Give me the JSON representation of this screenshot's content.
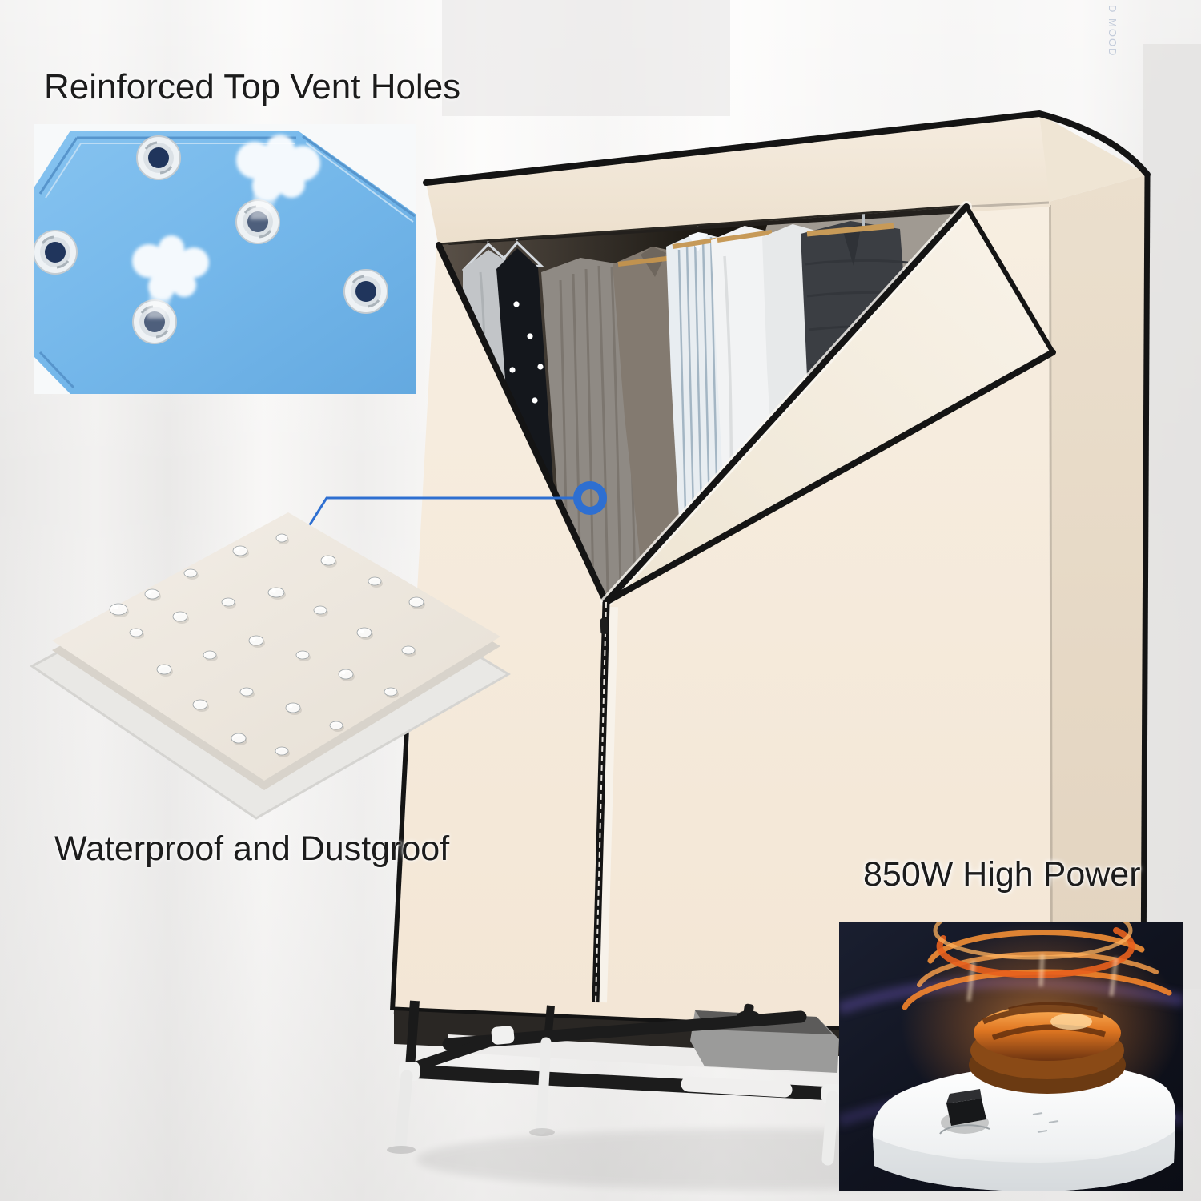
{
  "annotations": {
    "top_vent": "Reinforced Top Vent Holes",
    "waterproof": "Waterproof and Dustgroof",
    "high_power": "850W High Power"
  },
  "watermark": "D MOOD",
  "wardrobe": {
    "cover_color": "#f6ecdf",
    "side_color": "#e9dccb",
    "trim_color": "#161616",
    "interior_dark": "#17140f"
  },
  "insets": {
    "vent": {
      "hole_count": 5,
      "panel_color": "#74b7ea",
      "steam_puffs": 2
    },
    "waterproof": {
      "sheet_color": "#efe9e0"
    },
    "power": {
      "background": "#121523",
      "glow_color": "#ff8c2e"
    }
  },
  "callout": {
    "color": "#2e6fd1"
  }
}
